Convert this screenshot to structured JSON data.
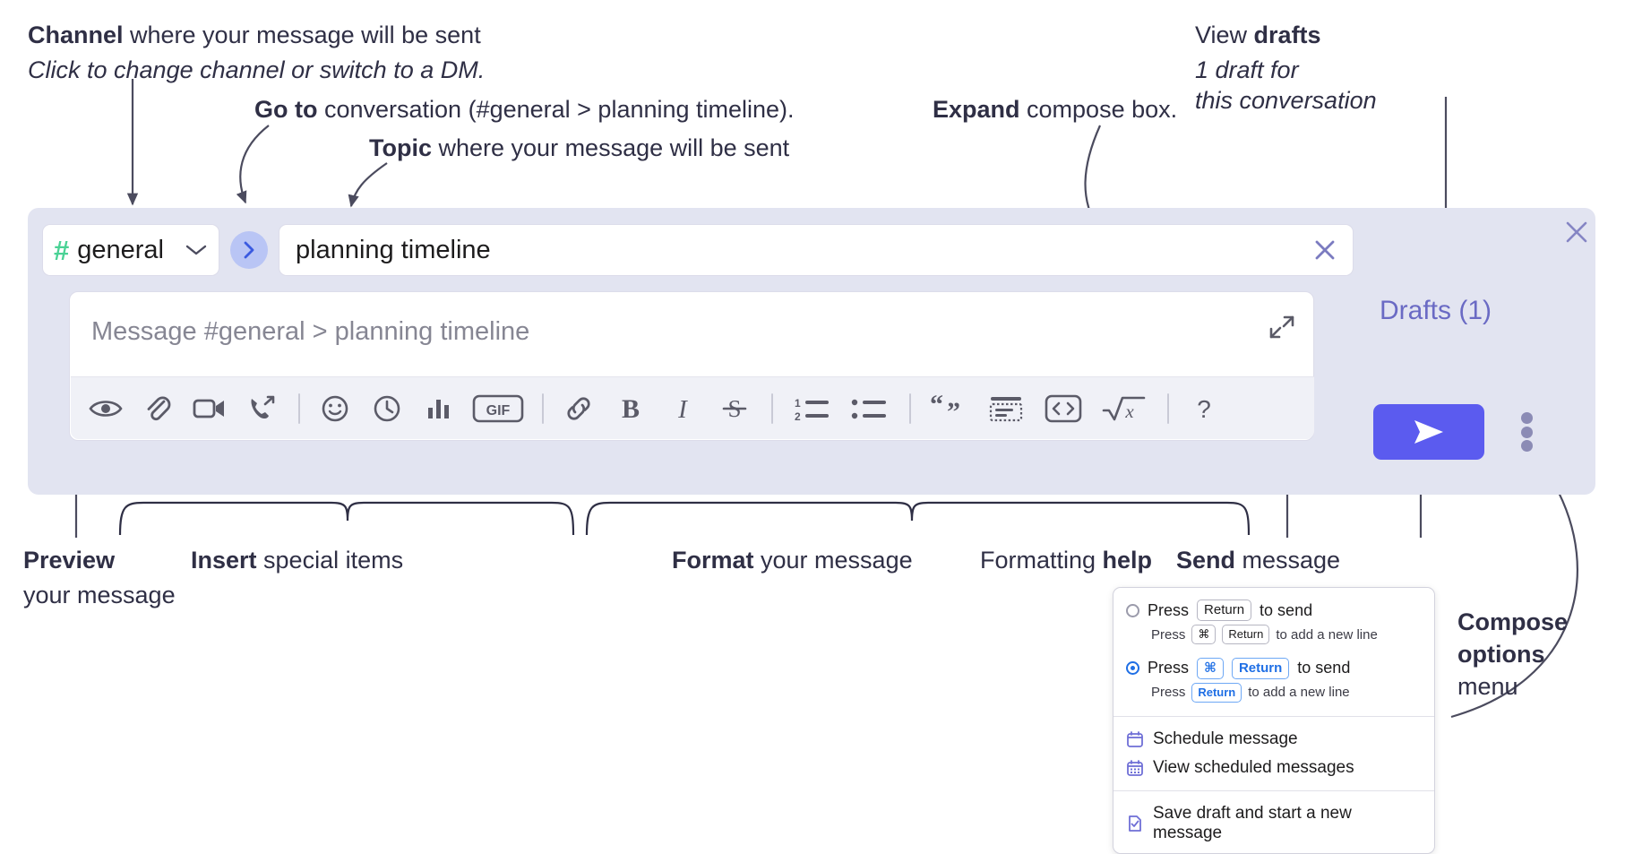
{
  "annotations": {
    "channel": {
      "strong": "Channel",
      "rest": " where your message will be sent",
      "sub": "Click to change channel or switch to a DM."
    },
    "goto": {
      "strong": "Go to",
      "rest": " conversation (#general > planning timeline)."
    },
    "topic": {
      "strong": "Topic",
      "rest": " where your message will be sent"
    },
    "expand": {
      "strong": "Expand",
      "rest": " compose box."
    },
    "drafts": {
      "prefix": "View ",
      "strong": "drafts",
      "line2": "1 draft for",
      "line3": "this conversation"
    },
    "preview": {
      "strong": "Preview",
      "line2": "your message"
    },
    "insert": {
      "strong": "Insert",
      "rest": " special items"
    },
    "format": {
      "strong": "Format",
      "rest": " your message"
    },
    "help": {
      "prefix": "Formatting ",
      "strong": "help"
    },
    "send": {
      "strong": "Send",
      "rest": " message"
    },
    "compose_options": {
      "line1": "Compose",
      "line2": "options",
      "line3": "menu"
    }
  },
  "compose": {
    "channel_name": "general",
    "channel_hash": "#",
    "topic_value": "planning timeline",
    "message_placeholder": "Message #general > planning timeline",
    "drafts_label": "Drafts (1)",
    "toolbar_icons": [
      {
        "name": "preview-eye-icon",
        "label": "Preview"
      },
      {
        "name": "attachment-paperclip-icon",
        "label": "Attach file"
      },
      {
        "name": "video-camera-icon",
        "label": "Record video clip"
      },
      {
        "name": "audio-call-icon",
        "label": "Record audio clip"
      },
      {
        "name": "emoji-icon",
        "label": "Emoji"
      },
      {
        "name": "clock-icon",
        "label": "Reminder"
      },
      {
        "name": "poll-bar-chart-icon",
        "label": "Poll"
      },
      {
        "name": "gif-icon",
        "label": "GIF"
      },
      {
        "name": "link-icon",
        "label": "Link"
      },
      {
        "name": "bold-icon",
        "label": "Bold"
      },
      {
        "name": "italic-icon",
        "label": "Italic"
      },
      {
        "name": "strikethrough-icon",
        "label": "Strikethrough"
      },
      {
        "name": "ordered-list-icon",
        "label": "Ordered list"
      },
      {
        "name": "bulleted-list-icon",
        "label": "Bulleted list"
      },
      {
        "name": "blockquote-icon",
        "label": "Blockquote"
      },
      {
        "name": "code-block-icon",
        "label": "Code block"
      },
      {
        "name": "inline-code-icon",
        "label": "Code"
      },
      {
        "name": "math-sqrt-icon",
        "label": "Math"
      },
      {
        "name": "help-question-icon",
        "label": "Formatting help"
      }
    ]
  },
  "options_menu": {
    "radio_options": [
      {
        "selected": false,
        "press": "Press",
        "key": "Return",
        "tail": "to send",
        "sub_press": "Press",
        "sub_key1": "⌘",
        "sub_key2": "Return",
        "sub_tail": "to add a new line"
      },
      {
        "selected": true,
        "press": "Press",
        "key1": "⌘",
        "key2": "Return",
        "tail": "to send",
        "sub_press": "Press",
        "sub_key": "Return",
        "sub_tail": "to add a new line"
      }
    ],
    "items": [
      {
        "icon": "calendar-clock-icon",
        "label": "Schedule message"
      },
      {
        "icon": "calendar-grid-icon",
        "label": "View scheduled messages"
      },
      {
        "icon": "save-draft-icon",
        "label": "Save draft and start a new message"
      }
    ]
  },
  "colors": {
    "accent_purple": "#5b5bef",
    "channel_green": "#4ad295",
    "goto_blue": "#4a63e0",
    "panel_bg": "#e2e4f1",
    "drafts_text": "#6a6ac4",
    "menu_icon_purple": "#6f6fd6",
    "radio_blue": "#1f6fe5"
  }
}
